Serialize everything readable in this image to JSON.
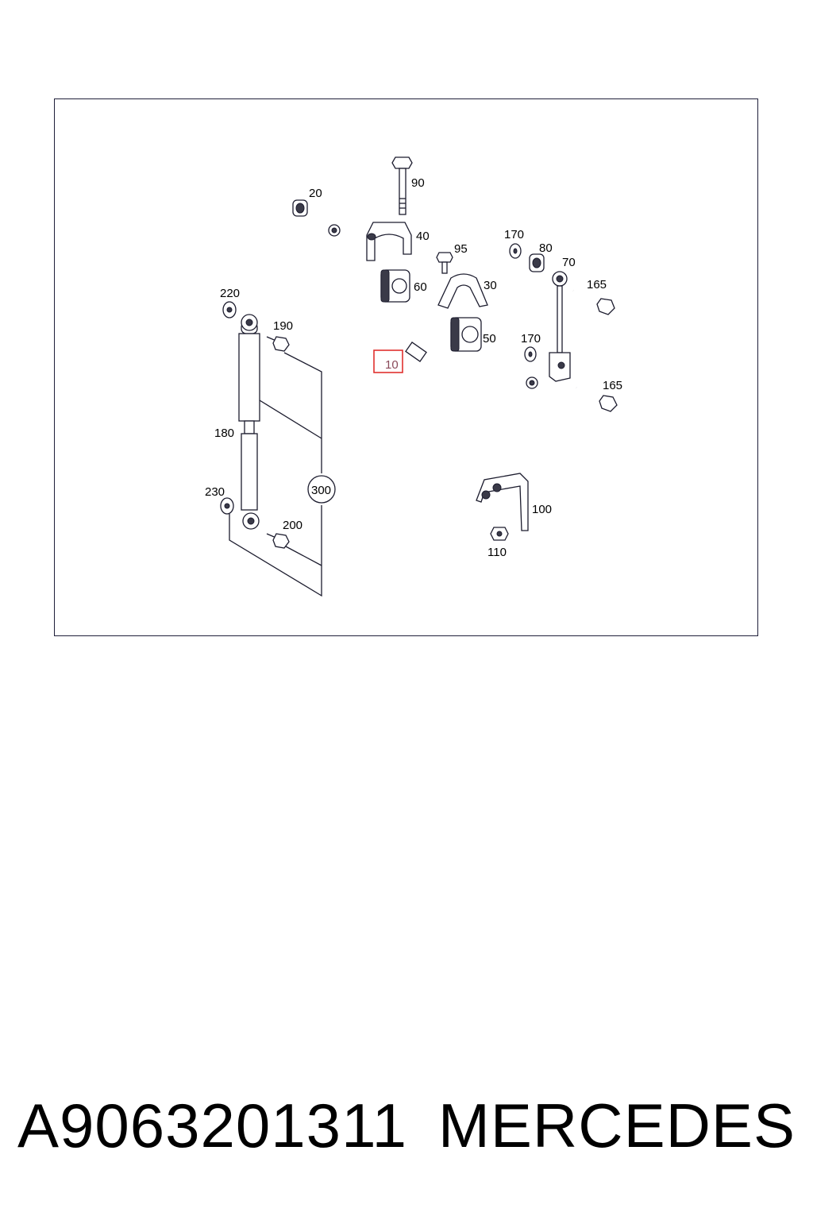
{
  "diagram": {
    "highlighted_part": "10",
    "callouts": {
      "c10": "10",
      "c20": "20",
      "c30": "30",
      "c40": "40",
      "c50": "50",
      "c60": "60",
      "c70": "70",
      "c80": "80",
      "c90": "90",
      "c95": "95",
      "c100": "100",
      "c110": "110",
      "c165a": "165",
      "c165b": "165",
      "c170a": "170",
      "c170b": "170",
      "c180": "180",
      "c190": "190",
      "c200": "200",
      "c220": "220",
      "c230": "230",
      "c300": "300"
    },
    "colors": {
      "highlight": "#e0312f",
      "line": "#1c1c2e"
    }
  },
  "footer": {
    "part_number": "A9063201311",
    "brand": "MERCEDES"
  }
}
